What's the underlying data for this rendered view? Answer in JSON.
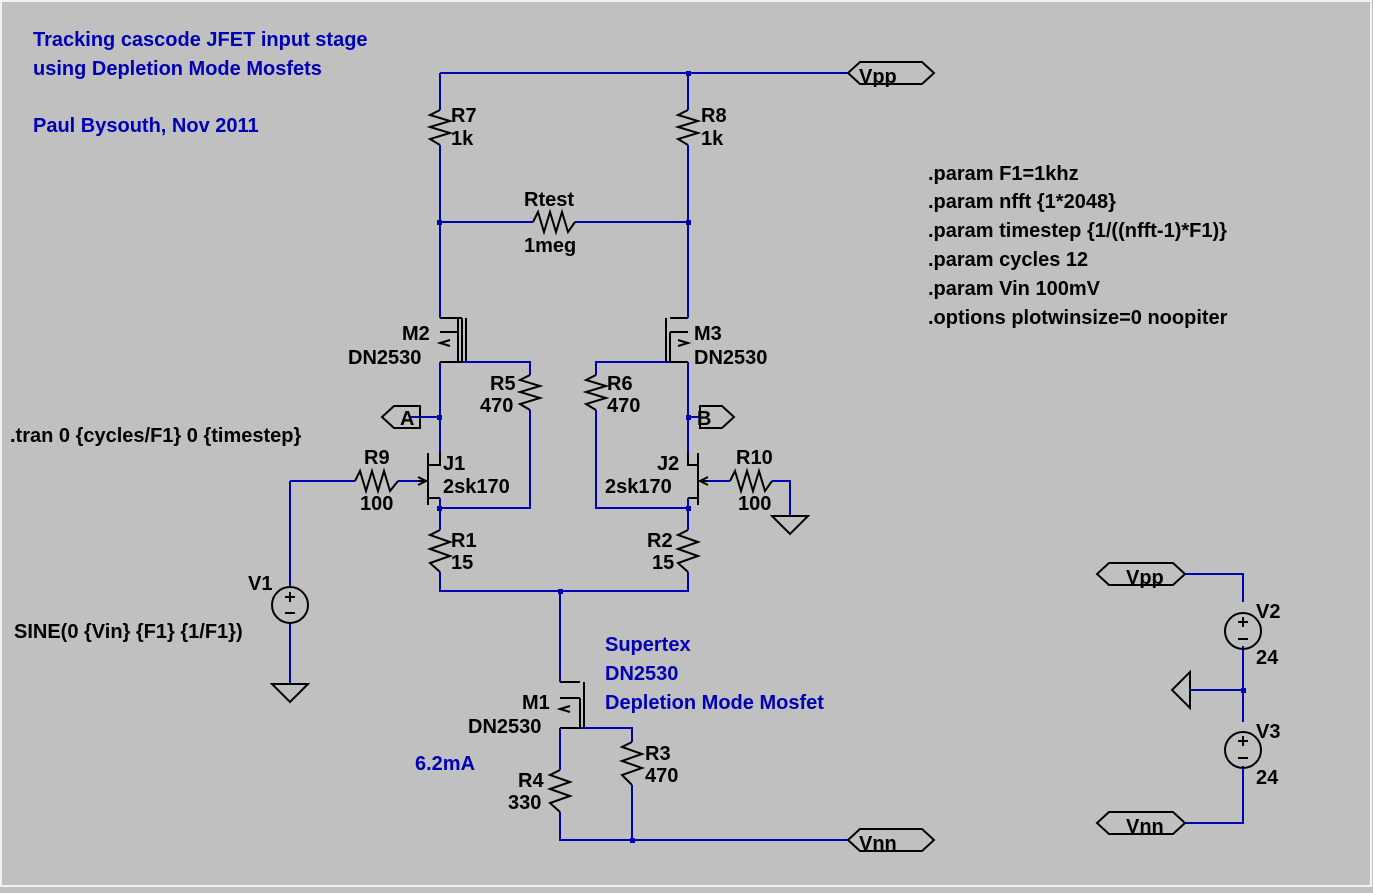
{
  "notes": {
    "title_line1": "Tracking cascode JFET input stage",
    "title_line2": "using Depletion Mode Mosfets",
    "author": "Paul Bysouth,  Nov  2011",
    "supertex": "Supertex",
    "supertex_part": "DN2530",
    "supertex_desc": "Depletion Mode Mosfet",
    "current": "6.2mA"
  },
  "directives": {
    "params": [
      ".param  F1=1khz",
      ".param  nfft  {1*2048}",
      ".param  timestep  {1/((nfft-1)*F1)}",
      ".param  cycles  12",
      ".param  Vin  100mV",
      ".options plotwinsize=0  noopiter"
    ],
    "tran": ".tran 0 {cycles/F1} 0 {timestep}"
  },
  "nets": {
    "vpp": "Vpp",
    "vnn": "Vnn",
    "a": "A",
    "b": "B"
  },
  "components": {
    "R7": {
      "ref": "R7",
      "value": "1k"
    },
    "R8": {
      "ref": "R8",
      "value": "1k"
    },
    "Rtest": {
      "ref": "Rtest",
      "value": "1meg"
    },
    "M2": {
      "ref": "M2",
      "value": "DN2530"
    },
    "M3": {
      "ref": "M3",
      "value": "DN2530"
    },
    "R5": {
      "ref": "R5",
      "value": "470"
    },
    "R6": {
      "ref": "R6",
      "value": "470"
    },
    "J1": {
      "ref": "J1",
      "value": "2sk170"
    },
    "J2": {
      "ref": "J2",
      "value": "2sk170"
    },
    "R9": {
      "ref": "R9",
      "value": "100"
    },
    "R10": {
      "ref": "R10",
      "value": "100"
    },
    "R1": {
      "ref": "R1",
      "value": "15"
    },
    "R2": {
      "ref": "R2",
      "value": "15"
    },
    "V1": {
      "ref": "V1",
      "value": "SINE(0 {Vin} {F1} {1/F1})"
    },
    "M1": {
      "ref": "M1",
      "value": "DN2530"
    },
    "R3": {
      "ref": "R3",
      "value": "470"
    },
    "R4": {
      "ref": "R4",
      "value": "330"
    },
    "V2": {
      "ref": "V2",
      "value": "24"
    },
    "V3": {
      "ref": "V3",
      "value": "24"
    }
  },
  "colors": {
    "background": "#c0c0c0",
    "wire": "#0000b4",
    "component": "#000000"
  }
}
